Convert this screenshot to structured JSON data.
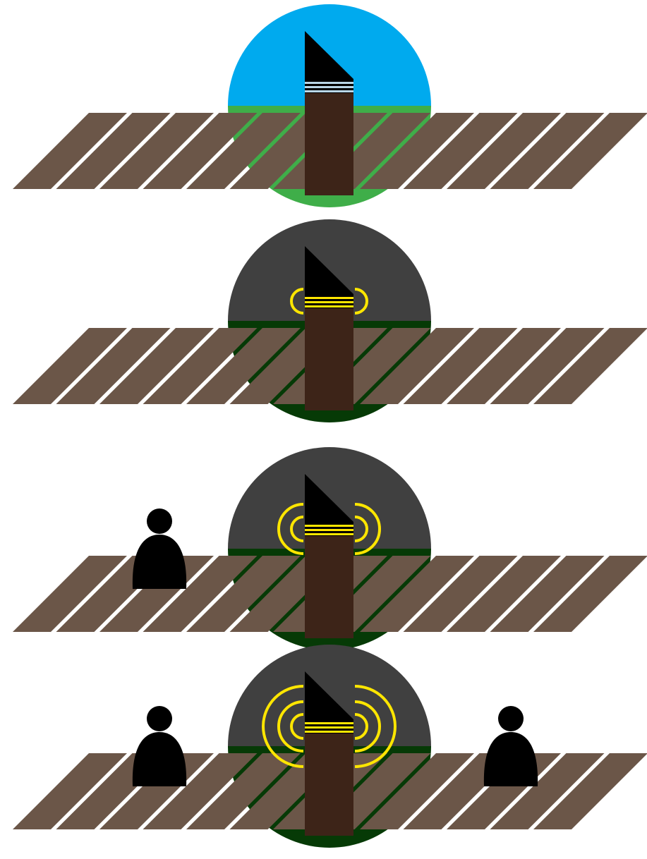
{
  "colors": {
    "background": "#ffffff",
    "sky_day": "#00aaee",
    "sky_night": "#404040",
    "grass_day": "#3fae49",
    "grass_night": "#063a06",
    "track_plank": "#6b5648",
    "post_body": "#3d2418",
    "post_cap": "#000000",
    "light_off_band": "#b9d6e6",
    "light_on_band": "#ffe600",
    "signal_wave": "#ffe600",
    "person": "#000000"
  },
  "scenes": [
    {
      "state": "day",
      "light_on": false,
      "wave_rings": 0,
      "person_left": false,
      "person_right": false
    },
    {
      "state": "night",
      "light_on": true,
      "wave_rings": 1,
      "person_left": false,
      "person_right": false
    },
    {
      "state": "night",
      "light_on": true,
      "wave_rings": 2,
      "person_left": true,
      "person_right": false
    },
    {
      "state": "night",
      "light_on": true,
      "wave_rings": 3,
      "person_left": true,
      "person_right": true
    }
  ],
  "icons": {
    "post": "bollard-light-icon",
    "wave": "signal-wave-icon",
    "person": "person-icon"
  }
}
